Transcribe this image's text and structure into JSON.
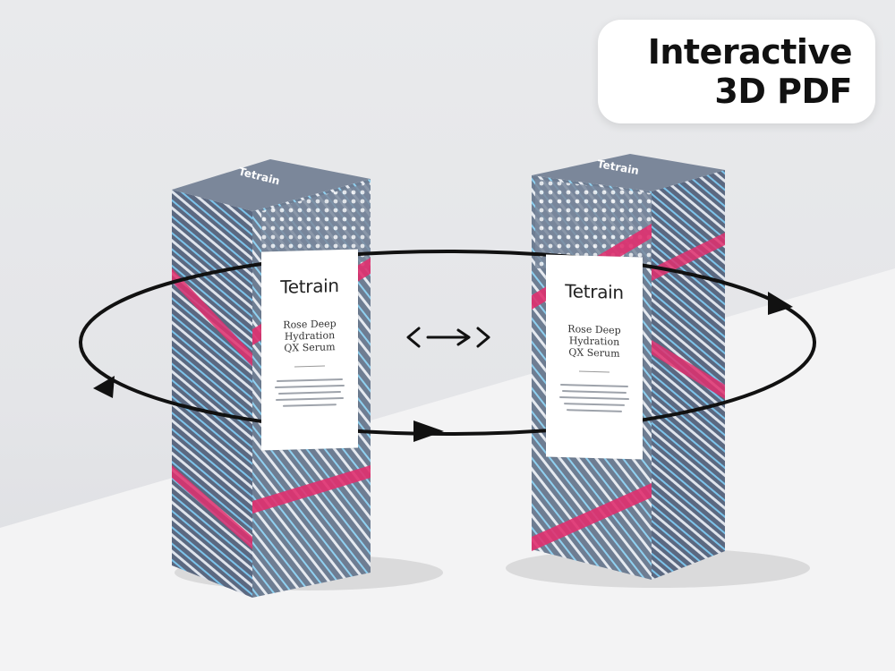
{
  "badge": {
    "line1": "Interactive",
    "line2": "3D PDF"
  },
  "boxes": [
    {
      "id": "left",
      "top_brand": "Tetrain",
      "label": {
        "brand": "Tetrain",
        "product_lines": [
          "Rose Deep",
          "Hydration",
          "QX Serum"
        ]
      }
    },
    {
      "id": "right",
      "top_brand": "Tetrain",
      "label": {
        "brand": "Tetrain",
        "product_lines": [
          "Rose Deep",
          "Hydration",
          "QX Serum"
        ]
      }
    }
  ],
  "icons": {
    "swap": "left-right-arrow-icon",
    "rotation": "rotation-orbit-icon"
  },
  "colors": {
    "box_slate": "#6e7d92",
    "box_slate_dark": "#55627a",
    "accent_pink": "#e0306f",
    "accent_blue": "#7cc3ea",
    "background": "#e6e7ea",
    "floor": "#f2f2f3"
  }
}
